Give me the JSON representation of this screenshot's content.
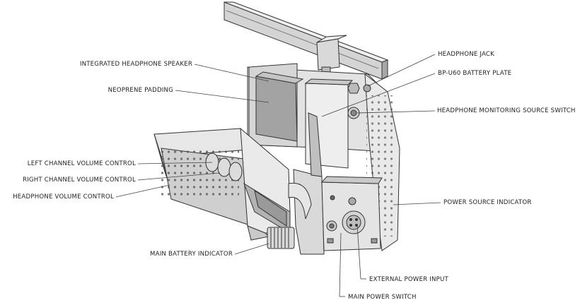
{
  "labels": {
    "integrated_headphone_speaker": "INTEGRATED HEADPHONE SPEAKER",
    "neoprene_padding": "NEOPRENE PADDING",
    "left_channel_volume_control": "LEFT CHANNEL VOLUME CONTROL",
    "right_channel_volume_control": "RIGHT CHANNEL VOLUME CONTROL",
    "headphone_volume_control": "HEADPHONE VOLUME CONTROL",
    "main_battery_indicator": "MAIN BATTERY INDICATOR",
    "headphone_jack": "HEADPHONE JACK",
    "battery_plate": "BP-U60 BATTERY PLATE",
    "headphone_monitoring_source_switch": "HEADPHONE MONITORING SOURCE SWITCH",
    "power_source_indicator": "POWER SOURCE INDICATOR",
    "external_power_input": "EXTERNAL POWER INPUT",
    "main_power_switch": "MAIN POWER SWITCH"
  },
  "colors": {
    "line": "#333333",
    "light_face": "#eeeeee",
    "mid_face": "#cfcfcf",
    "dark_face": "#9a9a9a"
  }
}
